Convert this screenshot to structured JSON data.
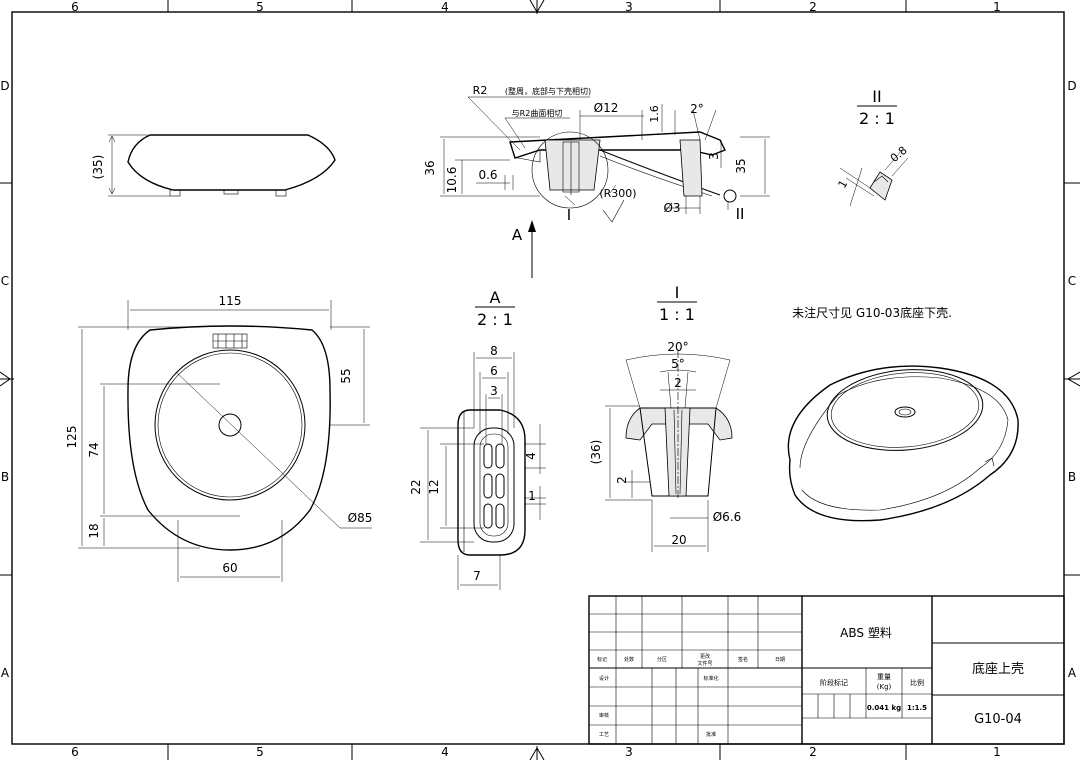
{
  "frame": {
    "col_labels": [
      "6",
      "5",
      "4",
      "3",
      "2",
      "1"
    ],
    "row_labels": [
      "D",
      "C",
      "B",
      "A"
    ]
  },
  "views": {
    "side": {
      "height_dim": "(35)"
    },
    "section": {
      "r2_note": "R2",
      "r2_note_detail": "(整周，底部与下壳相切)",
      "r2_tangent_note": "与R2曲面相切",
      "dia12": "Ø12",
      "dim_1_6": "1.6",
      "angle_2": "2°",
      "dim_36": "36",
      "dim_10_6": "10.6",
      "dim_0_6": "0.6",
      "dim_3": "3",
      "dim_35": "35",
      "r300": "(R300)",
      "dia3": "Ø3",
      "detail_I": "I",
      "detail_II": "II",
      "view_A": "A"
    },
    "detail_II": {
      "title": "II",
      "scale": "2 : 1",
      "dim_0_8": "0.8",
      "dim_1": "1"
    },
    "top": {
      "dim_115": "115",
      "dim_125": "125",
      "dim_74": "74",
      "dim_18": "18",
      "dim_55": "55",
      "dim_60": "60",
      "dia85": "Ø85"
    },
    "view_A_detail": {
      "title": "A",
      "scale": "2 : 1",
      "dim_8": "8",
      "dim_6": "6",
      "dim_3": "3",
      "dim_22": "22",
      "dim_12": "12",
      "dim_4": "4",
      "dim_1": "1",
      "dim_7": "7"
    },
    "detail_I": {
      "title": "I",
      "scale": "1 : 1",
      "angle_20": "20°",
      "angle_5": "5°",
      "dim_2_top": "2",
      "dim_36": "(36)",
      "dim_2": "2",
      "dia6_6": "Ø6.6",
      "dim_20": "20"
    },
    "note": "未注尺寸见 G10-03底座下壳."
  },
  "title_block": {
    "material": "ABS 塑料",
    "part_name": "底座上壳",
    "drawing_no": "G10-04",
    "mass_label": "重量\n(Kg)",
    "mass_label_1": "重量",
    "mass_label_2": "(Kg)",
    "scale_label": "比例",
    "stage_label": "阶段标记",
    "mass_value": "0.041 kg",
    "scale_value": "1:1.5",
    "rev_headers": [
      "标记",
      "处数",
      "分区",
      "更改文件号",
      "签名",
      "日期"
    ],
    "rev_header_4a": "更改",
    "rev_header_4b": "文件号",
    "role_labels": [
      "设计",
      "标准化",
      "审核",
      "工艺",
      "批准"
    ]
  }
}
